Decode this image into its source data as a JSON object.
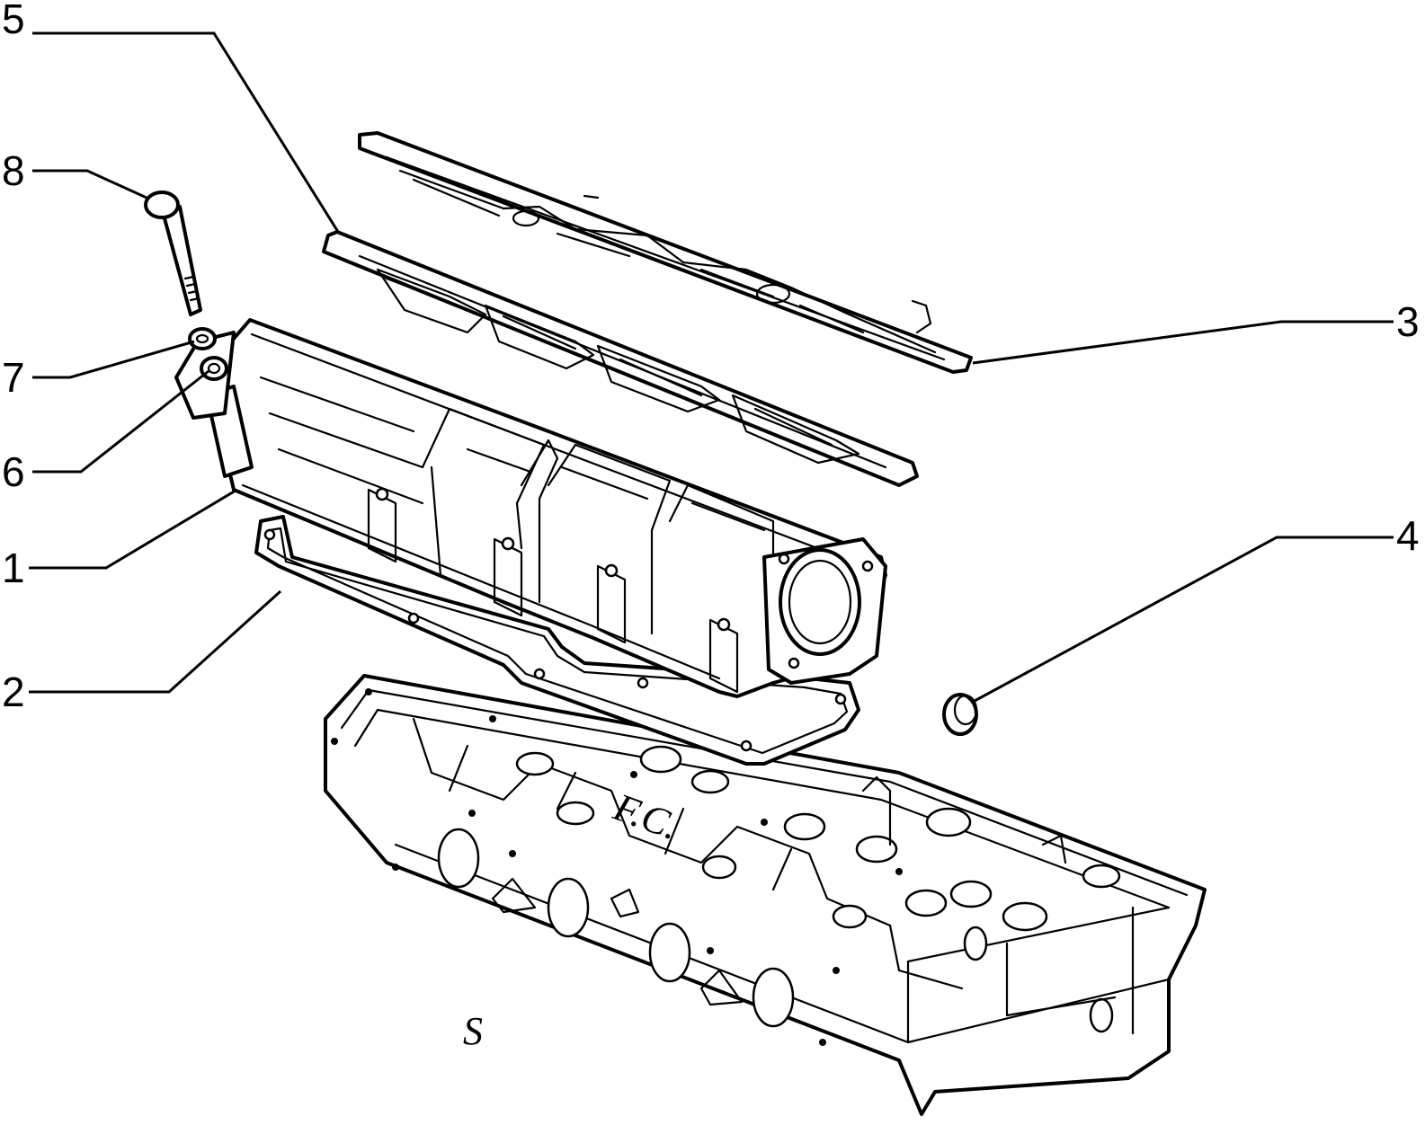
{
  "callouts": [
    {
      "id": "1",
      "label": "1"
    },
    {
      "id": "2",
      "label": "2"
    },
    {
      "id": "3",
      "label": "3"
    },
    {
      "id": "4",
      "label": "4"
    },
    {
      "id": "5",
      "label": "5"
    },
    {
      "id": "6",
      "label": "6"
    },
    {
      "id": "7",
      "label": "7"
    },
    {
      "id": "8",
      "label": "8"
    }
  ],
  "corner_mark": "S",
  "head_marking": "F.C."
}
